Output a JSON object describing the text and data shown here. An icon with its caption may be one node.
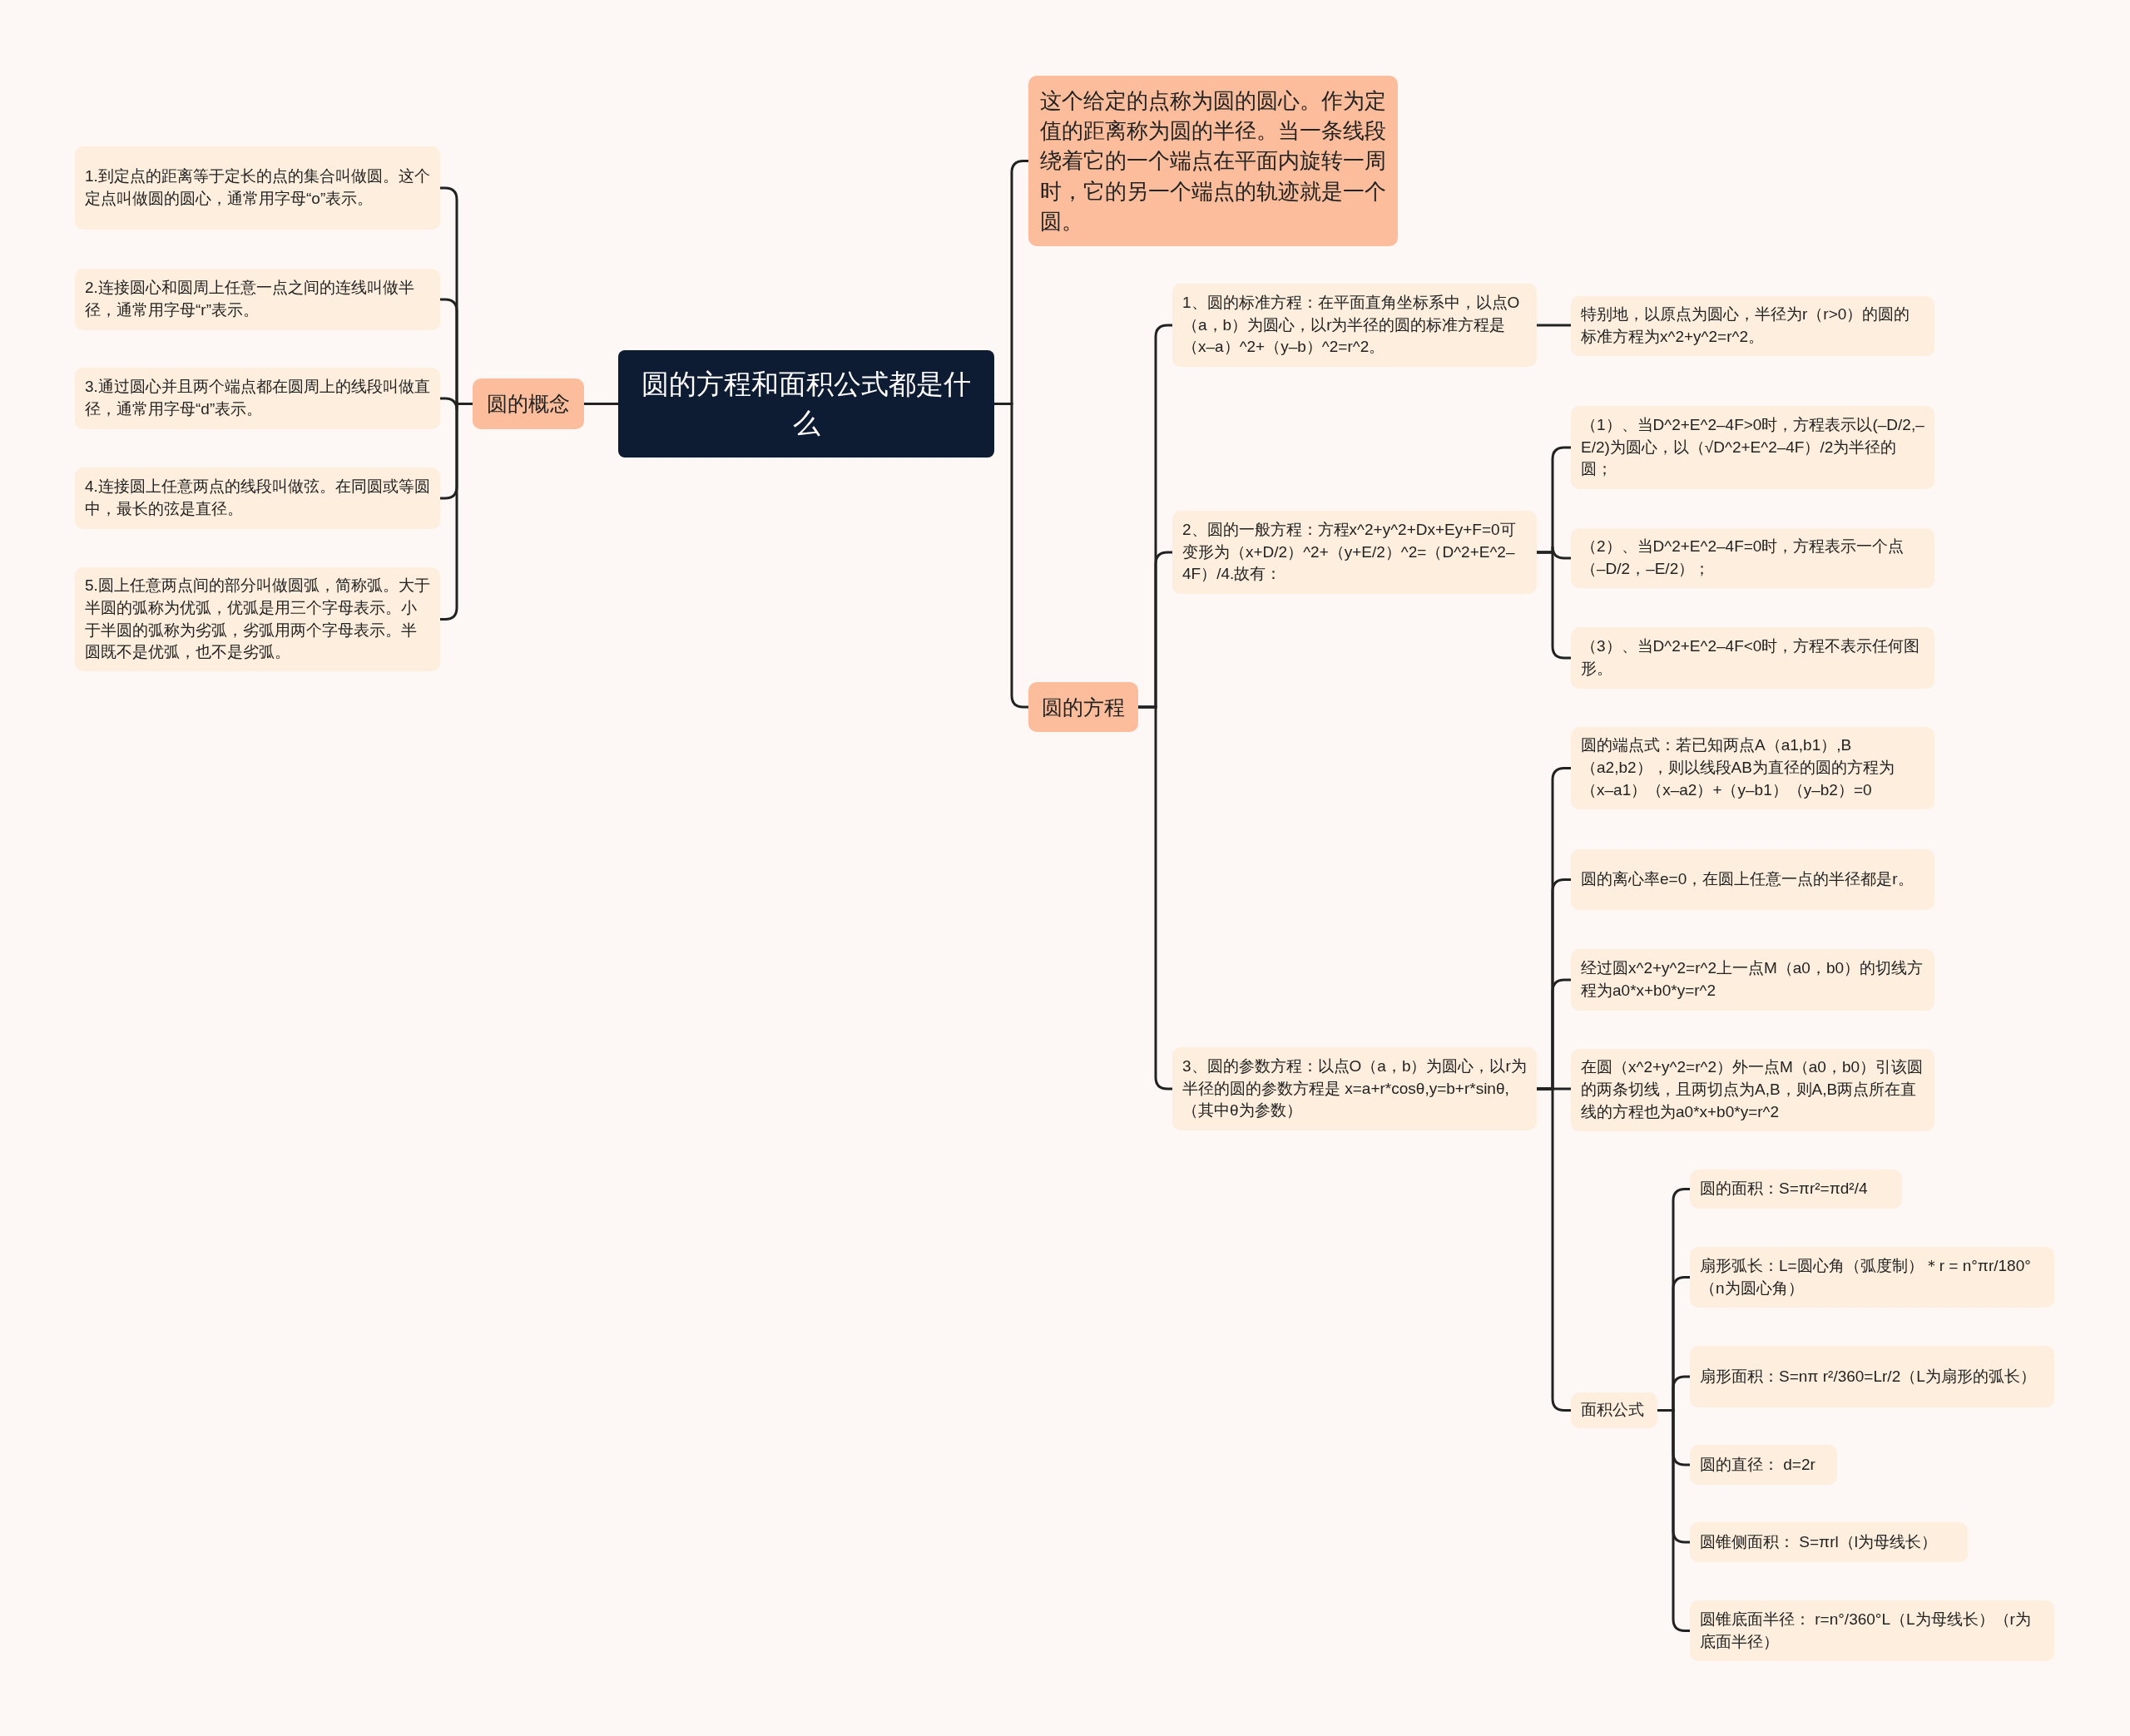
{
  "diagram": {
    "nodes": [
      {
        "text": [
          "圆的方程和面积公式都是什么"
        ]
      },
      {
        "text": [
          "圆的概念"
        ]
      },
      {
        "text": [
          "1.到定点的距离等于定长的点的集合叫做圆。这个定点叫做圆的圆心，通常用字母“o”表示。"
        ]
      },
      {
        "text": [
          "2.连接圆心和圆周上任意一点之间的连线叫做半径，通常用字母“r”表示。"
        ]
      },
      {
        "text": [
          "3.通过圆心并且两个端点都在圆周上的线段叫做直径，通常用字母“d”表示。"
        ]
      },
      {
        "text": [
          "4.连接圆上任意两点的线段叫做弦。在同圆或等圆中，最长的弦是直径。"
        ]
      },
      {
        "text": [
          "5.圆上任意两点间的部分叫做圆弧，简称弧。大于半圆的弧称为优弧，优弧是用三个字母表示。小于半圆的弧称为劣弧，劣弧用两个字母表示。半圆既不是优弧，也不是劣弧。"
        ]
      },
      {
        "text": [
          "这个给定的点称为圆的圆心。作为定值的距离称为圆的半径。当一条线段绕着它的一个端点在平面内旋转一周时，它的另一个端点的轨迹就是一个圆。"
        ]
      },
      {
        "text": [
          "圆的方程"
        ]
      },
      {
        "text": [
          "1、圆的标准方程：在平面直角坐标系中，以点O（a，b）为圆心，以r为半径的圆的标准方程是（x–a）^2+（y–b）^2=r^2。"
        ]
      },
      {
        "text": [
          "特别地，以原点为圆心，半径为r（r>0）的圆的标准方程为x^2+y^2=r^2。"
        ]
      },
      {
        "text": [
          "2、圆的一般方程：方程x^2+y^2+Dx+Ey+F=0可变形为（x+D/2）^2+（y+E/2）^2=（D^2+E^2–4F）/4.故有："
        ]
      },
      {
        "text": [
          "（1）、当D^2+E^2–4F>0时，方程表示以(–D/2,–E/2)为圆心，以（√D^2+E^2–4F）/2为半径的圆；"
        ]
      },
      {
        "text": [
          "（2）、当D^2+E^2–4F=0时，方程表示一个点（–D/2，–E/2）；"
        ]
      },
      {
        "text": [
          "（3）、当D^2+E^2–4F<0时，方程不表示任何图形。"
        ]
      },
      {
        "text": [
          "3、圆的参数方程：以点O（a，b）为圆心，以r为半径的圆的参数方程是 x=a+r*cosθ,y=b+r*sinθ,（其中θ为参数）"
        ]
      },
      {
        "text": [
          "圆的端点式：若已知两点A（a1,b1）,B（a2,b2），则以线段AB为直径的圆的方程为（x–a1）（x–a2）+（y–b1）（y–b2）=0"
        ]
      },
      {
        "text": [
          "圆的离心率e=0，在圆上任意一点的半径都是r。"
        ]
      },
      {
        "text": [
          "经过圆x^2+y^2=r^2上一点M（a0，b0）的切线方程为a0*x+b0*y=r^2"
        ]
      },
      {
        "text": [
          "在圆（x^2+y^2=r^2）外一点M（a0，b0）引该圆的两条切线，且两切点为A,B，则A,B两点所在直线的方程也为a0*x+b0*y=r^2"
        ]
      },
      {
        "text": [
          "面积公式"
        ]
      },
      {
        "text": [
          "圆的面积：S=πr²=πd²/4"
        ]
      },
      {
        "text": [
          "扇形弧长：L=圆心角（弧度制）＊r = n°πr/180°（n为圆心角）"
        ]
      },
      {
        "text": [
          "扇形面积：S=nπ r²/360=Lr/2（L为扇形的弧长）"
        ]
      },
      {
        "text": [
          "圆的直径： d=2r"
        ]
      },
      {
        "text": [
          "圆锥侧面积： S=πrl（l为母线长）"
        ]
      },
      {
        "text": [
          "圆锥底面半径： r=n°/360°L（L为母线长）（r为底面半径）"
        ]
      }
    ],
    "edges": [
      {
        "from": 0,
        "to": 1,
        "arrow": "none"
      },
      {
        "from": 1,
        "to": 2,
        "arrow": "none"
      },
      {
        "from": 1,
        "to": 3,
        "arrow": "none"
      },
      {
        "from": 1,
        "to": 4,
        "arrow": "none"
      },
      {
        "from": 1,
        "to": 5,
        "arrow": "none"
      },
      {
        "from": 1,
        "to": 6,
        "arrow": "none"
      },
      {
        "from": 0,
        "to": 7,
        "arrow": "none"
      },
      {
        "from": 0,
        "to": 8,
        "arrow": "none"
      },
      {
        "from": 8,
        "to": 9,
        "arrow": "none"
      },
      {
        "from": 9,
        "to": 10,
        "arrow": "none"
      },
      {
        "from": 8,
        "to": 11,
        "arrow": "none"
      },
      {
        "from": 11,
        "to": 12,
        "arrow": "none"
      },
      {
        "from": 11,
        "to": 13,
        "arrow": "none"
      },
      {
        "from": 11,
        "to": 14,
        "arrow": "none"
      },
      {
        "from": 8,
        "to": 15,
        "arrow": "none"
      },
      {
        "from": 15,
        "to": 16,
        "arrow": "none"
      },
      {
        "from": 15,
        "to": 17,
        "arrow": "none"
      },
      {
        "from": 15,
        "to": 18,
        "arrow": "none"
      },
      {
        "from": 15,
        "to": 19,
        "arrow": "none"
      },
      {
        "from": 15,
        "to": 20,
        "arrow": "none"
      },
      {
        "from": 20,
        "to": 21,
        "arrow": "none"
      },
      {
        "from": 20,
        "to": 22,
        "arrow": "none"
      },
      {
        "from": 20,
        "to": 23,
        "arrow": "none"
      },
      {
        "from": 20,
        "to": 24,
        "arrow": "none"
      },
      {
        "from": 20,
        "to": 25,
        "arrow": "none"
      },
      {
        "from": 20,
        "to": 26,
        "arrow": "none"
      }
    ]
  }
}
